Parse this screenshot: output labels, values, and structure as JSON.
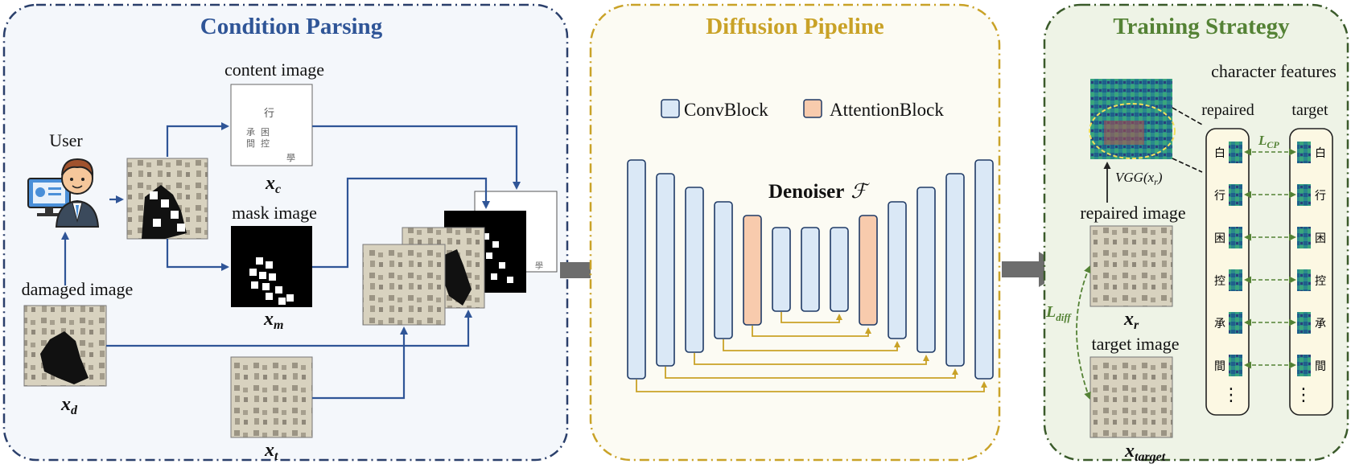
{
  "panels": {
    "condition": {
      "title": "Condition Parsing",
      "labels": {
        "user": "User",
        "content": "content image",
        "mask": "mask image",
        "damaged": "damaged image"
      },
      "vars": {
        "xc": "c",
        "xm": "m",
        "xd": "d",
        "xt": "t"
      }
    },
    "diffusion": {
      "title": "Diffusion Pipeline",
      "legend": {
        "conv": "ConvBlock",
        "attn": "AttentionBlock"
      },
      "denoiser": "Denoiser",
      "denoiser_symbol": "ℱ"
    },
    "training": {
      "title": "Training Strategy",
      "labels": {
        "features": "character features",
        "repaired_col": "repaired",
        "target_col": "target",
        "repaired_image": "repaired image",
        "target_image": "target image",
        "vgg": "VGG(x",
        "l_cp": "CP",
        "l_diff": "diff"
      },
      "vars": {
        "xr": "r",
        "xtarget": "target"
      },
      "characters": [
        "白",
        "行",
        "困",
        "控",
        "承",
        "間"
      ],
      "ellipsis": "⋮"
    }
  },
  "colors": {
    "blue": "#2f5597",
    "gold": "#c9a227",
    "green": "#548235",
    "conv": "#dae8f6",
    "attn": "#f8cbad",
    "paper": "#d8d2bf"
  }
}
